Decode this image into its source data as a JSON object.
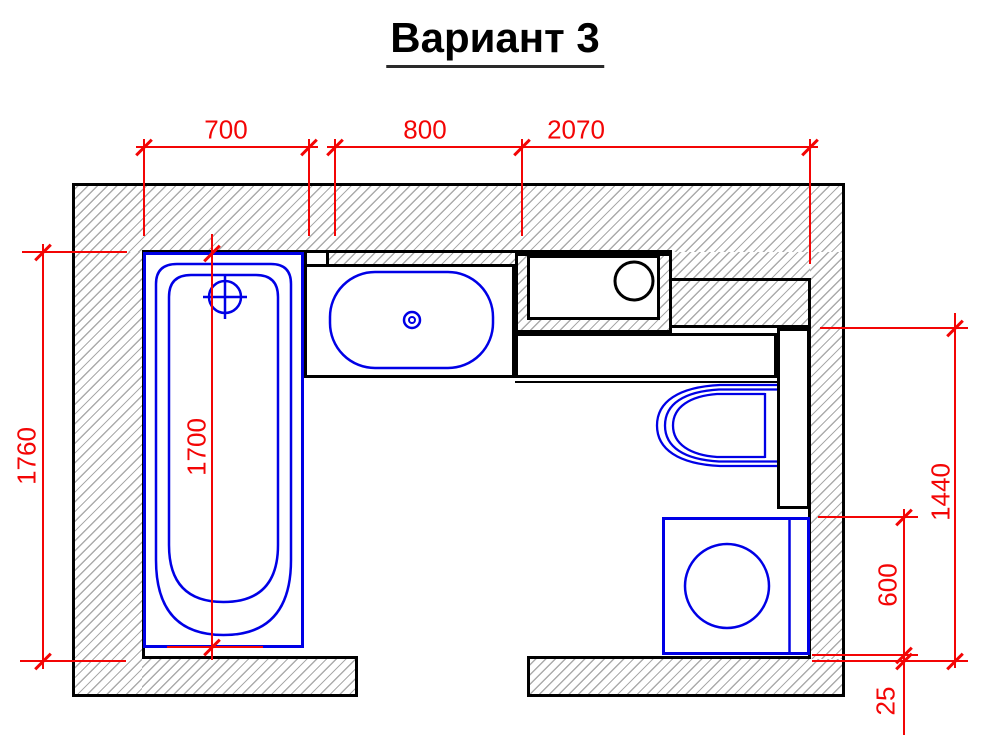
{
  "title": "Вариант 3",
  "drawing": {
    "type": "bathroom-floor-plan",
    "labels": {
      "d700": "700",
      "d800": "800",
      "d2070": "2070",
      "d1760": "1760",
      "d1700": "1700",
      "d1440": "1440",
      "d600": "600",
      "d25": "25"
    },
    "fixtures": [
      "bathtub",
      "vanity-sink",
      "boiler",
      "countertop",
      "toilet",
      "partition",
      "washing-machine"
    ],
    "colors": {
      "dimension": "#f30505",
      "fixture": "#0000e6",
      "outline": "#000000",
      "hatch": "#ababab"
    }
  }
}
